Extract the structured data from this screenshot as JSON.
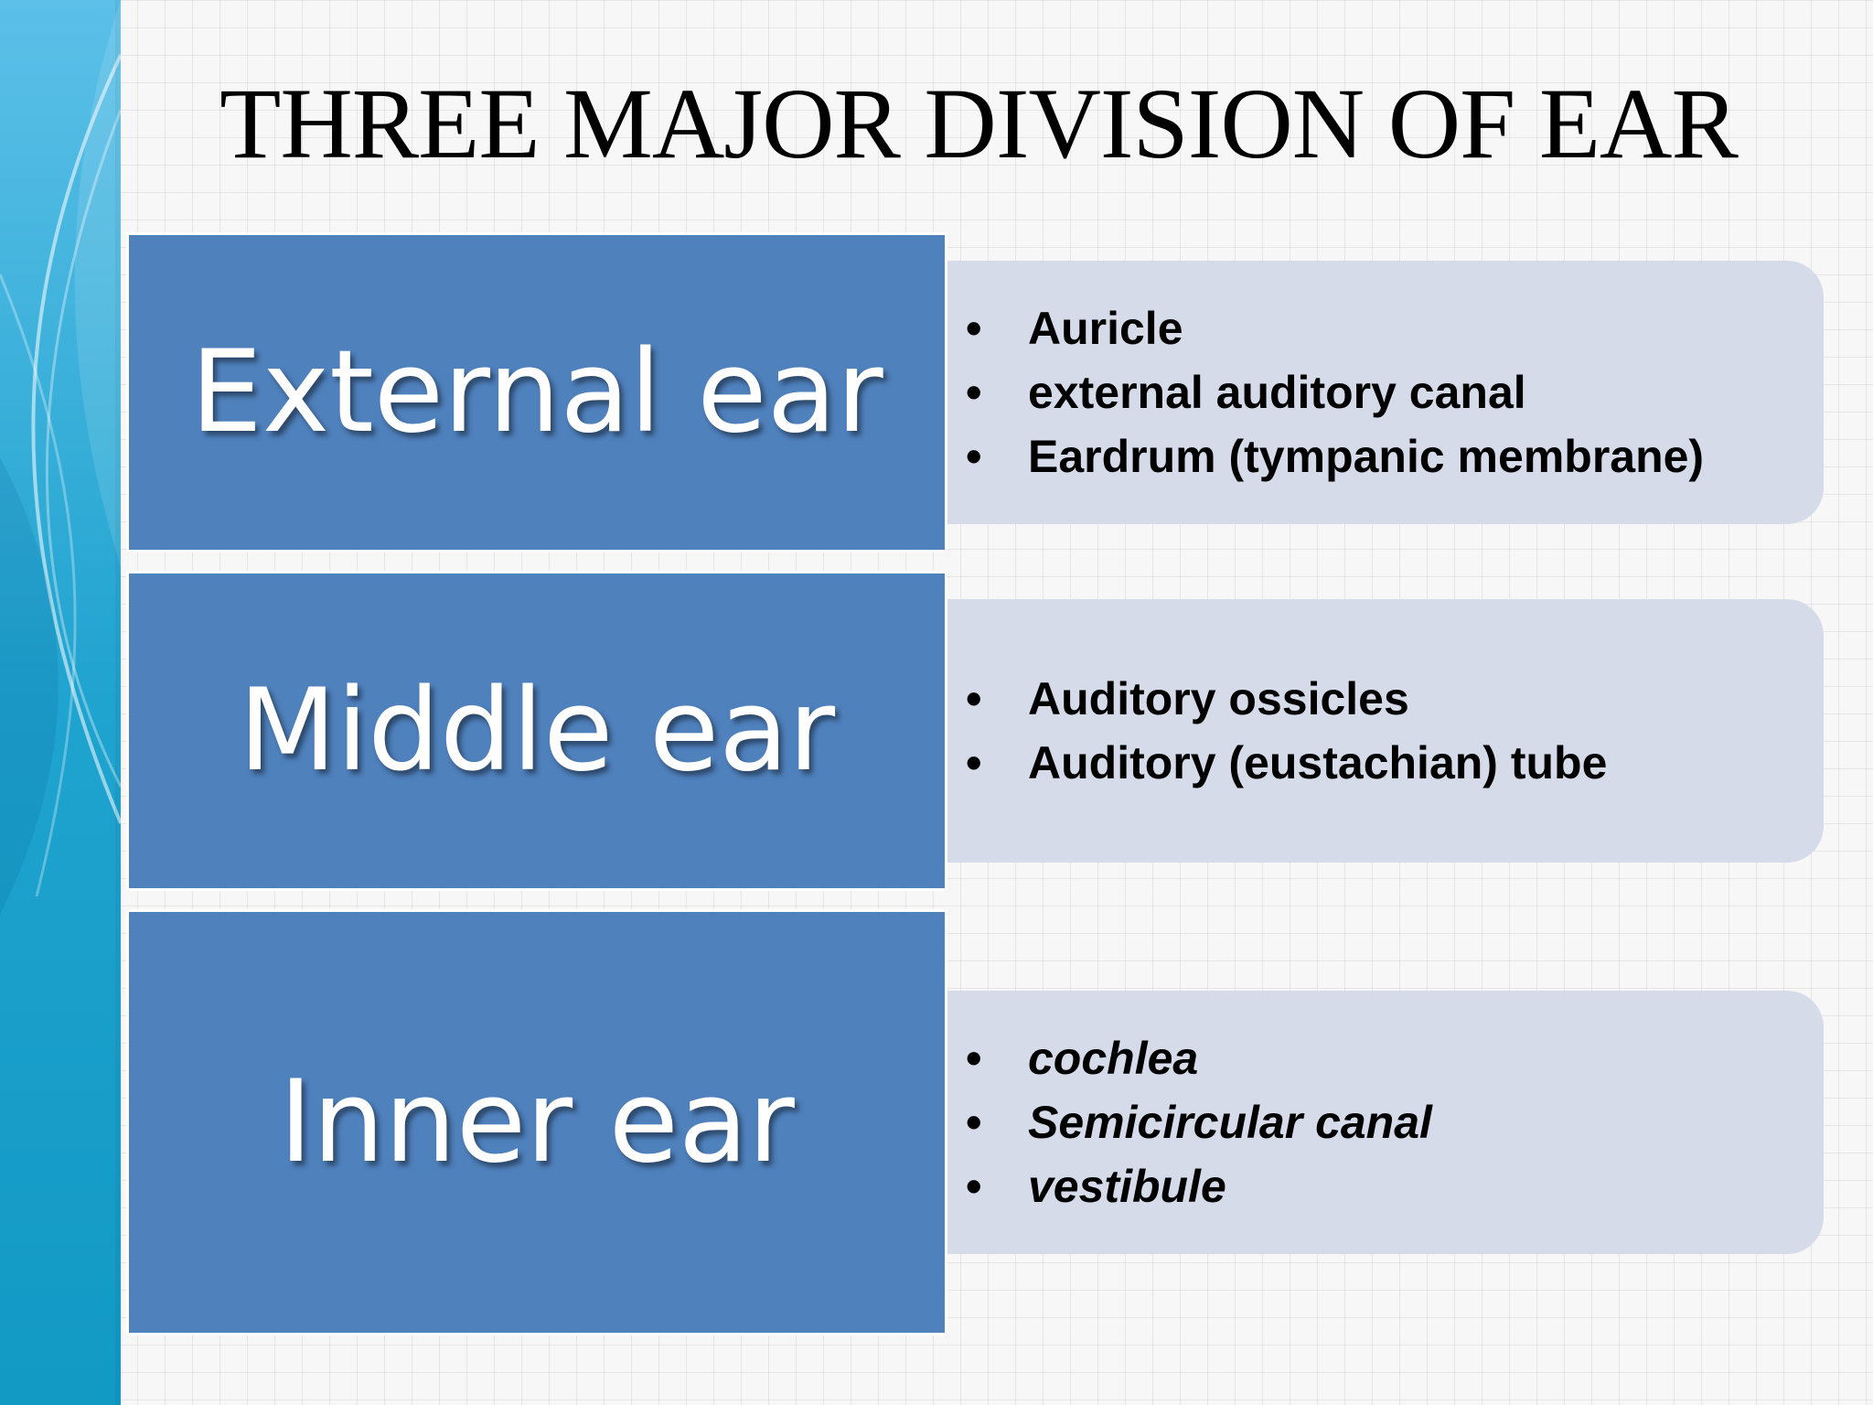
{
  "title": "THREE MAJOR DIVISION OF EAR",
  "divisions": [
    {
      "label": "External ear",
      "items": [
        "Auricle",
        "external auditory canal",
        "Eardrum (tympanic membrane)"
      ]
    },
    {
      "label": "Middle ear",
      "items": [
        "Auditory ossicles",
        "Auditory (eustachian) tube"
      ]
    },
    {
      "label": "Inner ear",
      "items": [
        "cochlea",
        "Semicircular canal",
        "vestibule"
      ]
    }
  ],
  "bullet_symbol": "•",
  "colors": {
    "division_box": "#4f81bd",
    "detail_panel": "#d6dbea",
    "left_band": "#1fa3cf"
  }
}
